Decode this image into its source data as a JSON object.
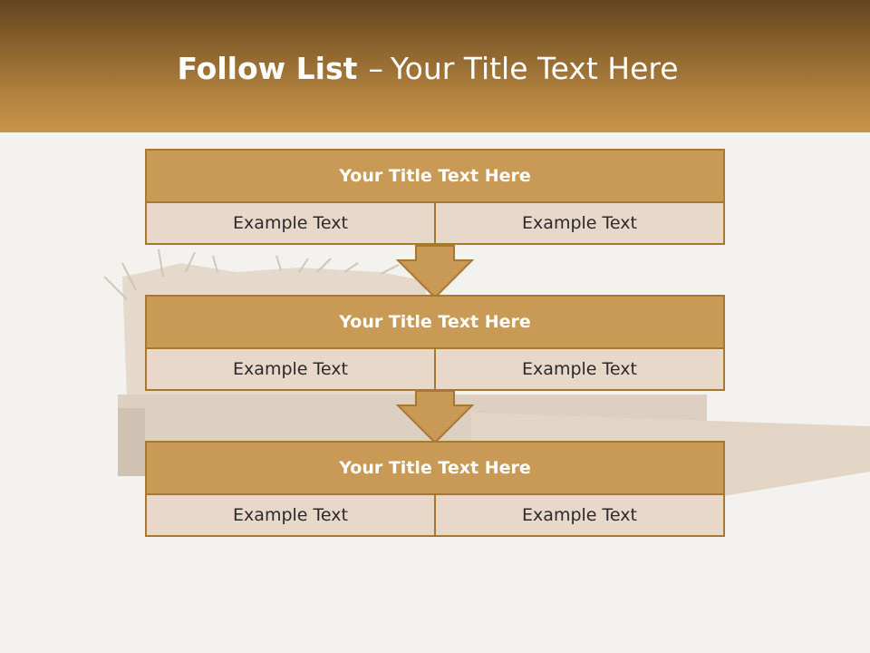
{
  "title": {
    "bold": "Follow List",
    "separator": "–",
    "rest": "Your Title Text Here"
  },
  "colors": {
    "header_dark": "#624520",
    "header_light": "#c79448",
    "box_title": "#c99956",
    "box_cell": "#e8d8c9",
    "border": "#a8782f"
  },
  "steps": [
    {
      "title": "Your Title Text Here",
      "cells": [
        "Example Text",
        "Example Text"
      ]
    },
    {
      "title": "Your Title Text Here",
      "cells": [
        "Example Text",
        "Example Text"
      ]
    },
    {
      "title": "Your Title Text Here",
      "cells": [
        "Example Text",
        "Example Text"
      ]
    }
  ]
}
